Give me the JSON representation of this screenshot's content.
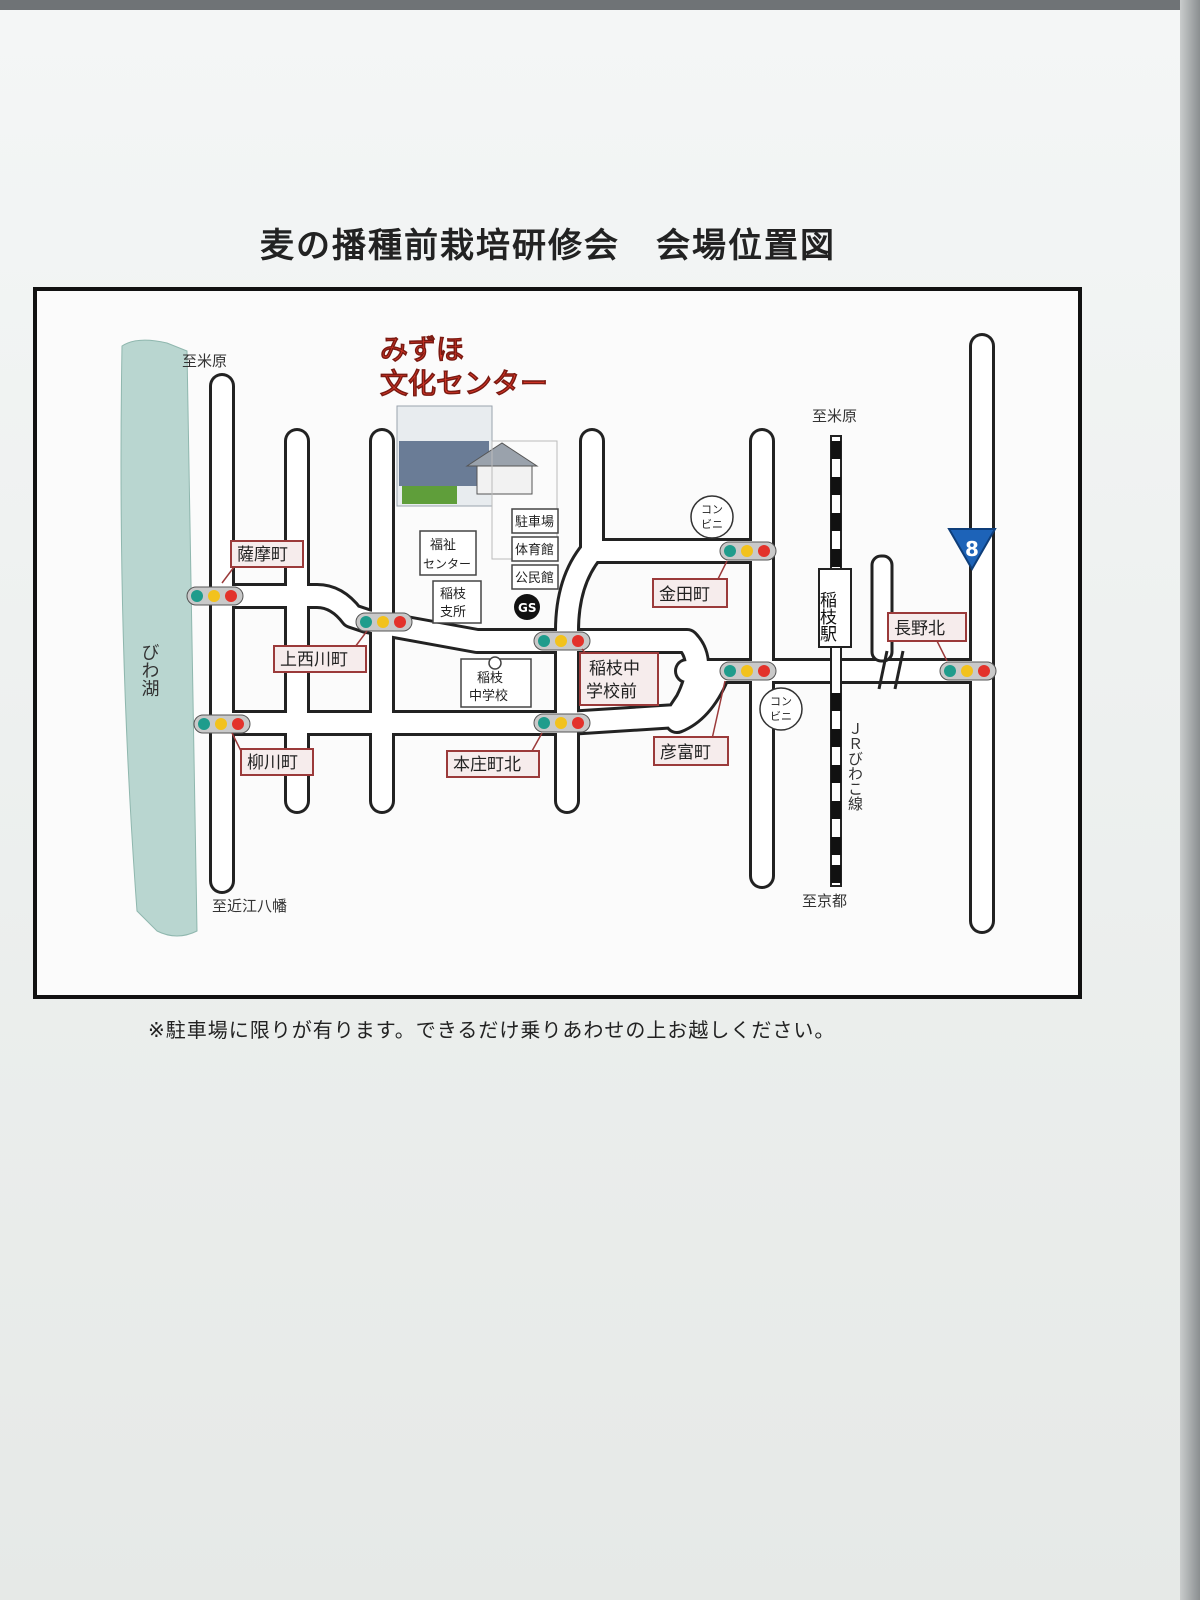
{
  "title": "麦の播種前栽培研修会　会場位置図",
  "note": "※駐車場に限りが有ります。できるだけ乗りあわせの上お越しください。",
  "venue": {
    "line1": "みずほ",
    "line2": "文化センター"
  },
  "lake": "びわ湖",
  "directions": {
    "west_north": "至米原",
    "west_south": "至近江八幡",
    "rail_north": "至米原",
    "rail_south": "至京都"
  },
  "railway": {
    "station": "稲枝駅",
    "line": "ＪＲびわこ線"
  },
  "route_number": "8",
  "intersections": {
    "satsuma": "薩摩町",
    "kaminishikawa": "上西川町",
    "yanagawa": "柳川町",
    "honjo_kita": "本庄町北",
    "inae_chugakkomae_1": "稲枝中",
    "inae_chugakkomae_2": "学校前",
    "hikotomi": "彦富町",
    "kanada": "金田町",
    "nagano_kita": "長野北"
  },
  "facilities": {
    "fukushi_1": "福祉",
    "fukushi_2": "センター",
    "shisho_1": "稲枝",
    "shisho_2": "支所",
    "parking": "駐車場",
    "gym": "体育館",
    "community": "公民館",
    "gas_station": "GS",
    "school_1": "稲枝",
    "school_2": "中学校",
    "konbini_1": "コン",
    "konbini_2": "ビニ"
  },
  "colors": {
    "road_fill": "#ffffff",
    "road_edge": "#222222",
    "lake": "#b9d6d0",
    "label_border": "#9b3a3a",
    "label_fill": "#f6ecec",
    "venue_text": "#e53a2a",
    "signal_green": "#1f9c8c",
    "signal_yellow": "#f2c21d",
    "signal_red": "#e3322b",
    "route_shield": "#1d63b8"
  }
}
